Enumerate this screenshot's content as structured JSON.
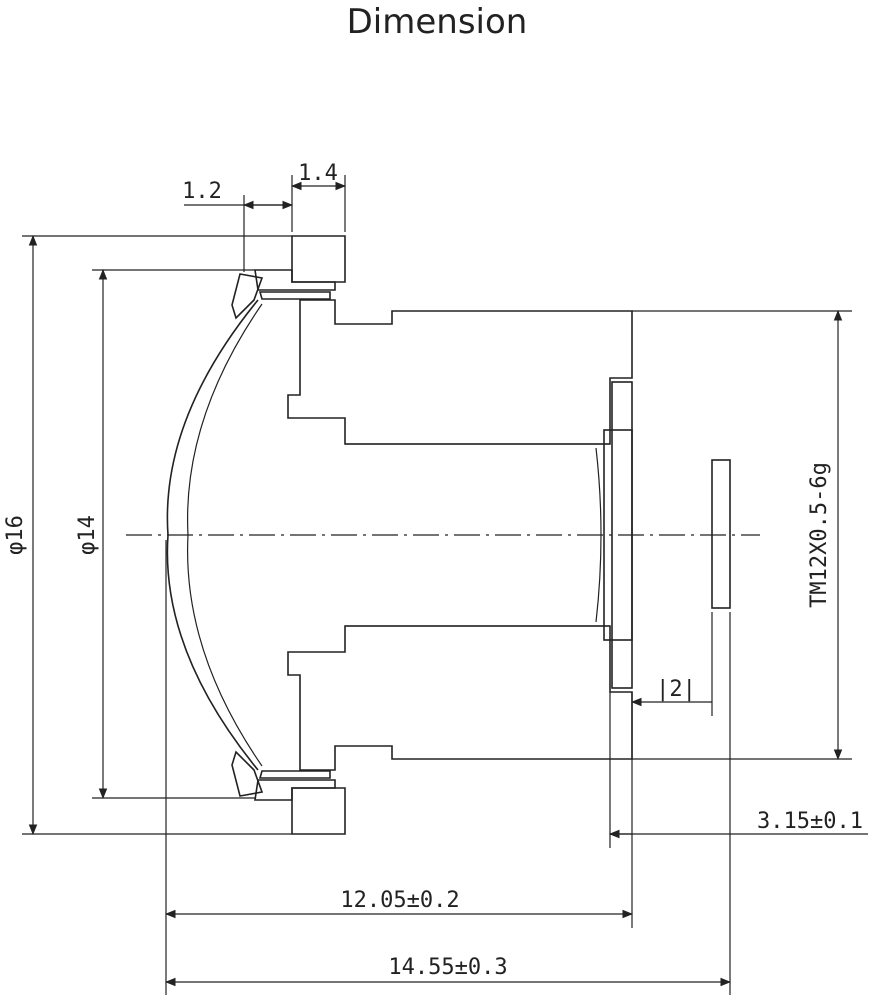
{
  "title": "Dimension",
  "dimensions": {
    "flange_width": "1.4",
    "lip_width": "1.2",
    "outer_diameter": "φ16",
    "inner_diameter": "φ14",
    "thread": "TM12X0.5-6g",
    "sensor_gap": "|2|",
    "back_focal": "3.15±0.1",
    "length_body": "12.05±0.2",
    "length_total": "14.55±0.3"
  }
}
